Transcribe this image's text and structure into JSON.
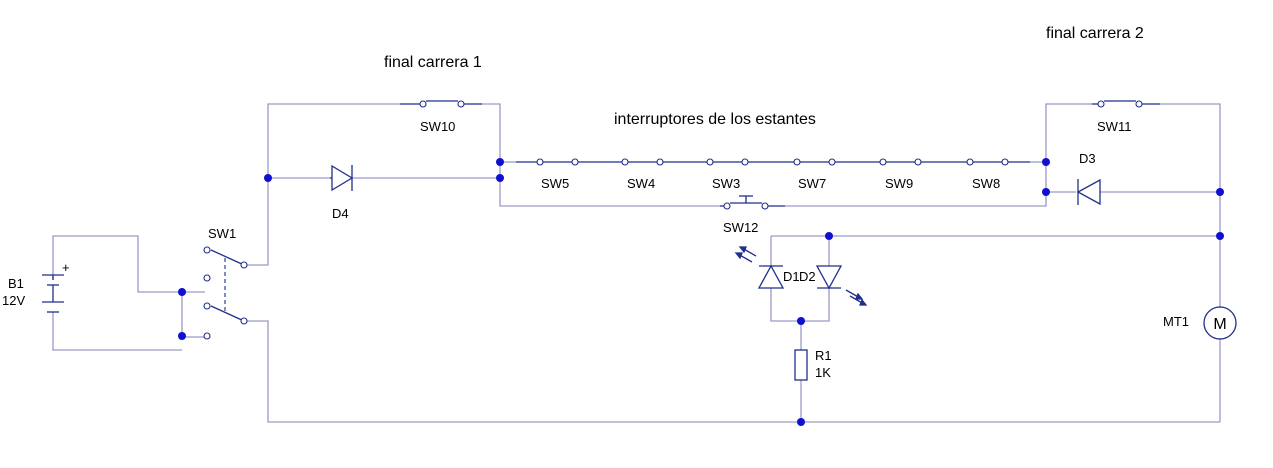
{
  "titles": {
    "limit_switch_1": "final carrera 1",
    "limit_switch_2": "final carrera 2",
    "shelf_switches": "interruptores de los estantes"
  },
  "battery": {
    "ref": "B1",
    "value": "12V",
    "plus": "+"
  },
  "switch_main": "SW1",
  "switch_limit_1": "SW10",
  "switch_limit_2": "SW11",
  "shelf_switches": [
    "SW5",
    "SW4",
    "SW3",
    "SW7",
    "SW9",
    "SW8"
  ],
  "pushbutton": "SW12",
  "diodes": {
    "d4": "D4",
    "d3": "D3",
    "led1": "D1",
    "led2": "D2"
  },
  "resistor": {
    "ref": "R1",
    "value": "1K"
  },
  "motor": {
    "ref": "MT1",
    "symbol": "M"
  },
  "colors": {
    "wire": "#9a9ac8",
    "component": "#1f2f8c",
    "junction": "#1010d0"
  }
}
